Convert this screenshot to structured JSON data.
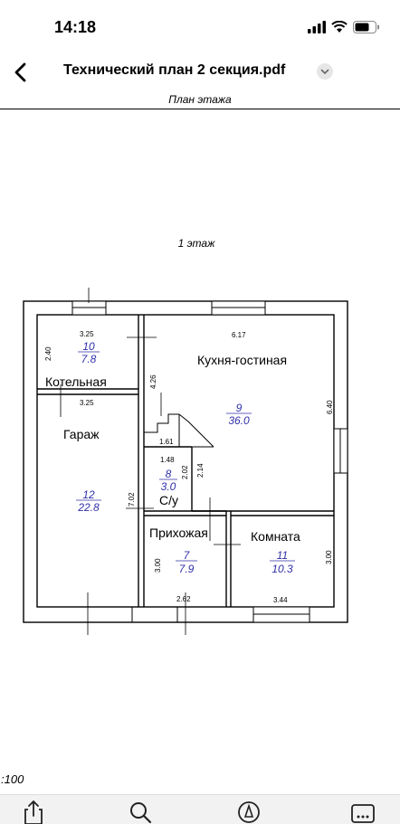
{
  "status": {
    "time": "14:18"
  },
  "nav": {
    "title": "Технический план 2 секция.pdf"
  },
  "pdf": {
    "header": "План этажа",
    "floor": "1 этаж",
    "scale": ":100",
    "rooms": [
      {
        "name": "Котельная",
        "num": "10",
        "area": "7.8"
      },
      {
        "name": "Кухня-гостиная",
        "num": "9",
        "area": "36.0"
      },
      {
        "name": "Гараж",
        "num": "12",
        "area": "22.8"
      },
      {
        "name": "С/у",
        "num": "8",
        "area": "3.0"
      },
      {
        "name": "Прихожая",
        "num": "7",
        "area": "7.9"
      },
      {
        "name": "Комната",
        "num": "11",
        "area": "10.3"
      }
    ],
    "dims": [
      "3.25",
      "2.40",
      "3.25",
      "6.17",
      "4.26",
      "6.40",
      "1.61",
      "1.48",
      "2.02",
      "2.14",
      "7.02",
      "3.00",
      "3.00",
      "2.62",
      "3.44"
    ]
  },
  "colors": {
    "area_text": "#2f2fa8"
  }
}
